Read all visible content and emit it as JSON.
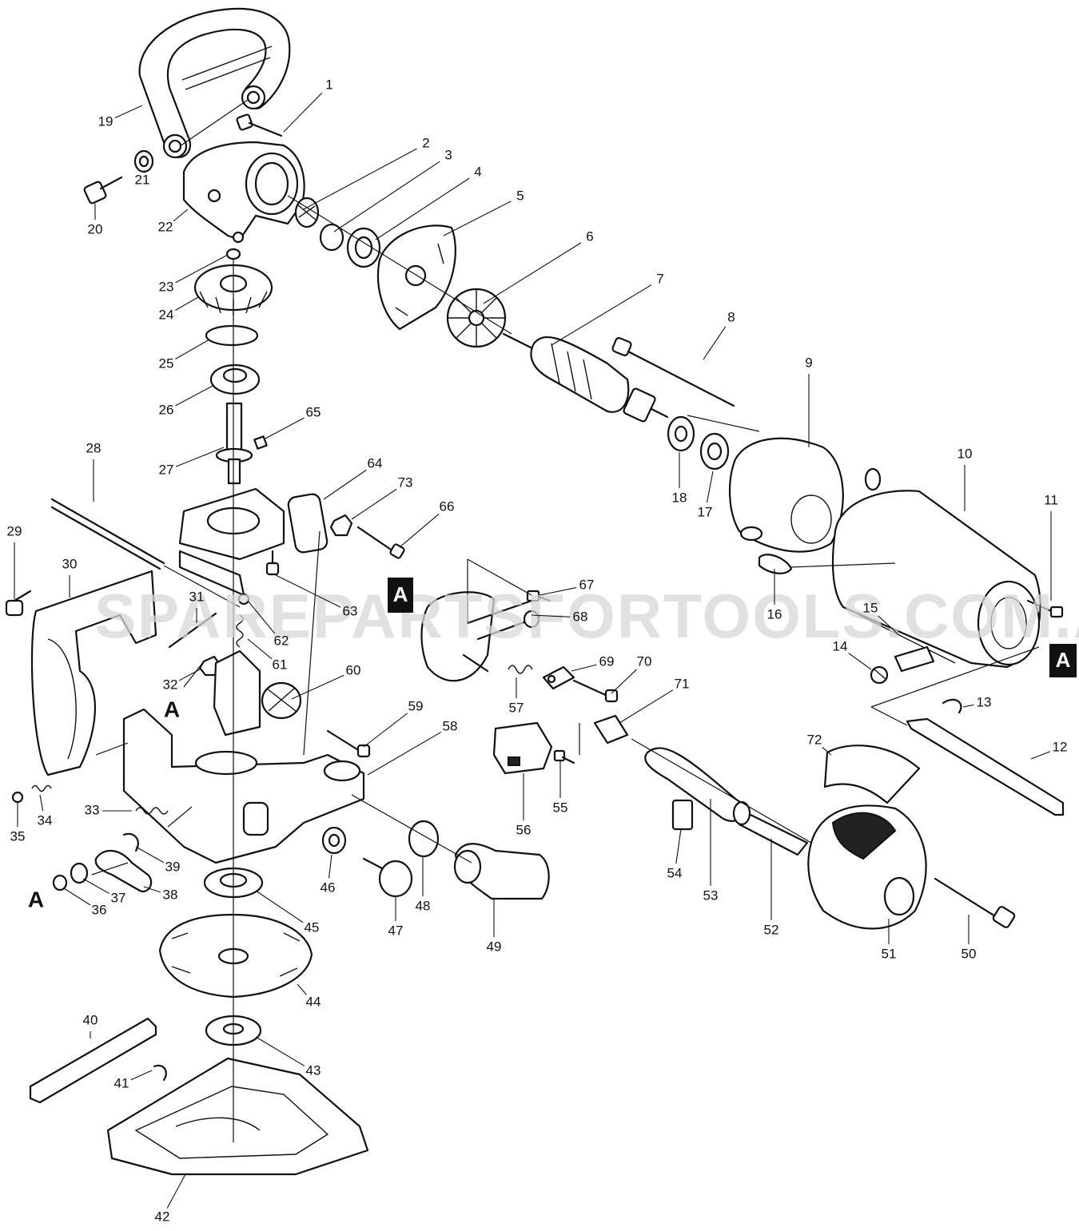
{
  "watermark": "SPAREPARTSFORTOOLS.COM.AU",
  "reference_marker": "A",
  "callouts": [
    {
      "id": "1",
      "label": "1"
    },
    {
      "id": "2",
      "label": "2"
    },
    {
      "id": "3",
      "label": "3"
    },
    {
      "id": "4",
      "label": "4"
    },
    {
      "id": "5",
      "label": "5"
    },
    {
      "id": "6",
      "label": "6"
    },
    {
      "id": "7",
      "label": "7"
    },
    {
      "id": "8",
      "label": "8"
    },
    {
      "id": "9",
      "label": "9"
    },
    {
      "id": "10",
      "label": "10"
    },
    {
      "id": "11",
      "label": "11"
    },
    {
      "id": "12",
      "label": "12"
    },
    {
      "id": "13",
      "label": "13"
    },
    {
      "id": "14",
      "label": "14"
    },
    {
      "id": "15",
      "label": "15"
    },
    {
      "id": "16",
      "label": "16"
    },
    {
      "id": "17",
      "label": "17"
    },
    {
      "id": "18",
      "label": "18"
    },
    {
      "id": "19",
      "label": "19"
    },
    {
      "id": "20",
      "label": "20"
    },
    {
      "id": "21",
      "label": "21"
    },
    {
      "id": "22",
      "label": "22"
    },
    {
      "id": "23",
      "label": "23"
    },
    {
      "id": "24",
      "label": "24"
    },
    {
      "id": "25",
      "label": "25"
    },
    {
      "id": "26",
      "label": "26"
    },
    {
      "id": "27",
      "label": "27"
    },
    {
      "id": "28",
      "label": "28"
    },
    {
      "id": "29",
      "label": "29"
    },
    {
      "id": "30",
      "label": "30"
    },
    {
      "id": "31",
      "label": "31"
    },
    {
      "id": "32",
      "label": "32"
    },
    {
      "id": "33",
      "label": "33"
    },
    {
      "id": "34",
      "label": "34"
    },
    {
      "id": "35",
      "label": "35"
    },
    {
      "id": "36",
      "label": "36"
    },
    {
      "id": "37",
      "label": "37"
    },
    {
      "id": "38",
      "label": "38"
    },
    {
      "id": "39",
      "label": "39"
    },
    {
      "id": "40",
      "label": "40"
    },
    {
      "id": "41",
      "label": "41"
    },
    {
      "id": "42",
      "label": "42"
    },
    {
      "id": "43",
      "label": "43"
    },
    {
      "id": "44",
      "label": "44"
    },
    {
      "id": "45",
      "label": "45"
    },
    {
      "id": "46",
      "label": "46"
    },
    {
      "id": "47",
      "label": "47"
    },
    {
      "id": "48",
      "label": "48"
    },
    {
      "id": "49",
      "label": "49"
    },
    {
      "id": "50",
      "label": "50"
    },
    {
      "id": "51",
      "label": "51"
    },
    {
      "id": "52",
      "label": "52"
    },
    {
      "id": "53",
      "label": "53"
    },
    {
      "id": "54",
      "label": "54"
    },
    {
      "id": "55",
      "label": "55"
    },
    {
      "id": "56",
      "label": "56"
    },
    {
      "id": "57",
      "label": "57"
    },
    {
      "id": "58",
      "label": "58"
    },
    {
      "id": "59",
      "label": "59"
    },
    {
      "id": "60",
      "label": "60"
    },
    {
      "id": "61",
      "label": "61"
    },
    {
      "id": "62",
      "label": "62"
    },
    {
      "id": "63",
      "label": "63"
    },
    {
      "id": "64",
      "label": "64"
    },
    {
      "id": "65",
      "label": "65"
    },
    {
      "id": "66",
      "label": "66"
    },
    {
      "id": "67",
      "label": "67"
    },
    {
      "id": "68",
      "label": "68"
    },
    {
      "id": "69",
      "label": "69"
    },
    {
      "id": "70",
      "label": "70"
    },
    {
      "id": "71",
      "label": "71"
    },
    {
      "id": "72",
      "label": "72"
    },
    {
      "id": "73",
      "label": "73"
    }
  ]
}
